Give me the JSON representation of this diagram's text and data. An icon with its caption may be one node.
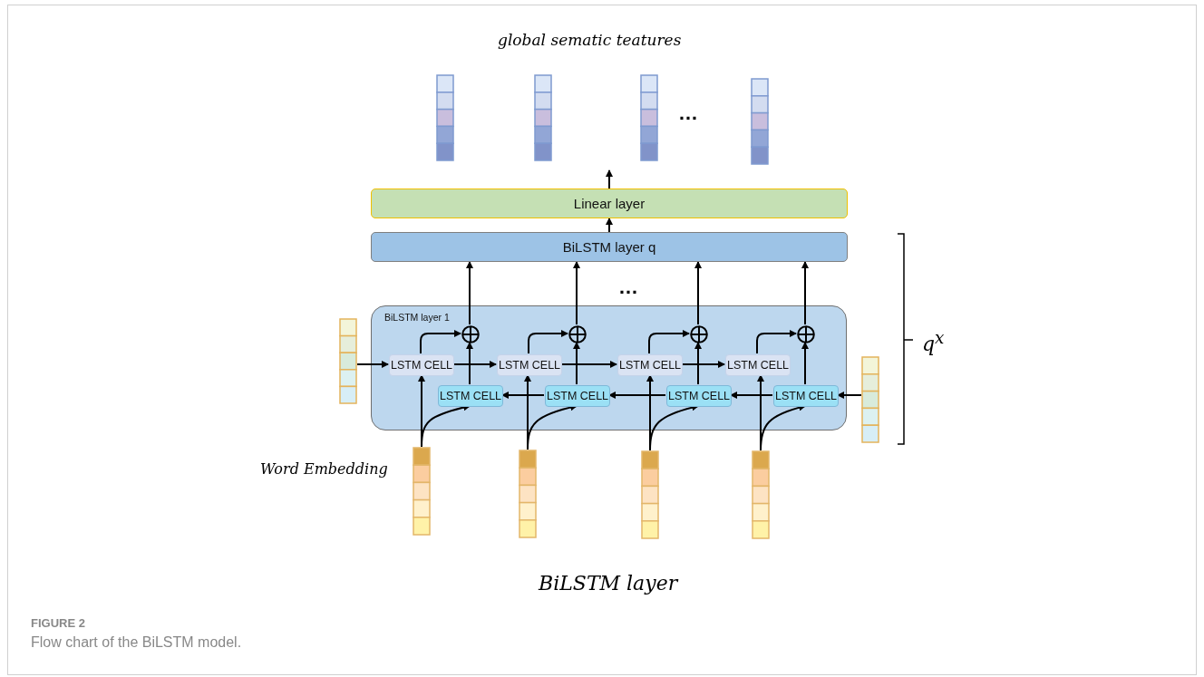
{
  "diagram": {
    "caption": "Flow chart of the BiLSTM model.",
    "nodes": [
      {
        "text": [
          "Linear layer"
        ]
      },
      {
        "text": [
          "BiLSTM layer q"
        ]
      },
      {
        "text": [
          "BiLSTM layer 1"
        ]
      },
      {
        "text": [
          "LSTM CELL"
        ],
        "in": 2
      },
      {
        "text": [
          "LSTM CELL"
        ],
        "in": 2
      },
      {
        "text": [
          "LSTM CELL"
        ],
        "in": 2
      },
      {
        "text": [
          "LSTM CELL"
        ],
        "in": 2
      },
      {
        "text": [
          "LSTM CELL"
        ],
        "in": 2
      },
      {
        "text": [
          "LSTM CELL"
        ],
        "in": 2
      },
      {
        "text": [
          "LSTM CELL"
        ],
        "in": 2
      },
      {
        "text": [
          "LSTM CELL"
        ],
        "in": 2
      },
      {
        "text": [],
        "shape": "circle",
        "in": 2
      },
      {
        "text": [],
        "shape": "circle",
        "in": 2
      },
      {
        "text": [],
        "shape": "circle",
        "in": 2
      },
      {
        "text": [],
        "shape": "circle",
        "in": 2
      },
      {
        "text": [],
        "shape": "bar"
      },
      {
        "text": [],
        "shape": "bar"
      },
      {
        "text": [],
        "shape": "bar"
      },
      {
        "text": [],
        "shape": "bar"
      },
      {
        "text": [],
        "shape": "bar"
      },
      {
        "text": [],
        "shape": "bar"
      },
      {
        "text": [],
        "shape": "bar"
      },
      {
        "text": [],
        "shape": "bar"
      },
      {
        "text": [],
        "shape": "bar"
      },
      {
        "text": [],
        "shape": "bar"
      }
    ],
    "edges": [
      {
        "from": 23,
        "to": 3,
        "arrow": "to"
      },
      {
        "from": 3,
        "to": 4,
        "arrow": "to"
      },
      {
        "from": 4,
        "to": 5,
        "arrow": "to"
      },
      {
        "from": 5,
        "to": 6,
        "arrow": "to"
      },
      {
        "from": 24,
        "to": 10,
        "arrow": "to"
      },
      {
        "from": 10,
        "to": 9,
        "arrow": "to"
      },
      {
        "from": 9,
        "to": 8,
        "arrow": "to"
      },
      {
        "from": 8,
        "to": 7,
        "arrow": "to"
      },
      {
        "from": 3,
        "to": 11,
        "arrow": "to"
      },
      {
        "from": 4,
        "to": 12,
        "arrow": "to"
      },
      {
        "from": 5,
        "to": 13,
        "arrow": "to"
      },
      {
        "from": 6,
        "to": 14,
        "arrow": "to"
      },
      {
        "from": 7,
        "to": 11,
        "arrow": "to"
      },
      {
        "from": 8,
        "to": 12,
        "arrow": "to"
      },
      {
        "from": 9,
        "to": 13,
        "arrow": "to"
      },
      {
        "from": 10,
        "to": 14,
        "arrow": "to"
      },
      {
        "from": 11,
        "to": 1,
        "arrow": "to"
      },
      {
        "from": 12,
        "to": 1,
        "arrow": "to"
      },
      {
        "from": 13,
        "to": 1,
        "arrow": "to"
      },
      {
        "from": 14,
        "to": 1,
        "arrow": "to"
      },
      {
        "from": 15,
        "to": 3,
        "arrow": "to"
      },
      {
        "from": 15,
        "to": 7,
        "arrow": "to"
      },
      {
        "from": 16,
        "to": 4,
        "arrow": "to"
      },
      {
        "from": 16,
        "to": 8,
        "arrow": "to"
      },
      {
        "from": 17,
        "to": 5,
        "arrow": "to"
      },
      {
        "from": 17,
        "to": 9,
        "arrow": "to"
      },
      {
        "from": 18,
        "to": 6,
        "arrow": "to"
      },
      {
        "from": 18,
        "to": 10,
        "arrow": "to"
      },
      {
        "from": 1,
        "to": 0,
        "arrow": "to"
      },
      {
        "from": 0,
        "to": null,
        "arrow": "to"
      }
    ],
    "labels": [
      "global sematic teatures",
      "…",
      "…",
      "q$^{x}$",
      "Word Embedding",
      "BiLSTM layer",
      "FIGURE 2"
    ]
  }
}
